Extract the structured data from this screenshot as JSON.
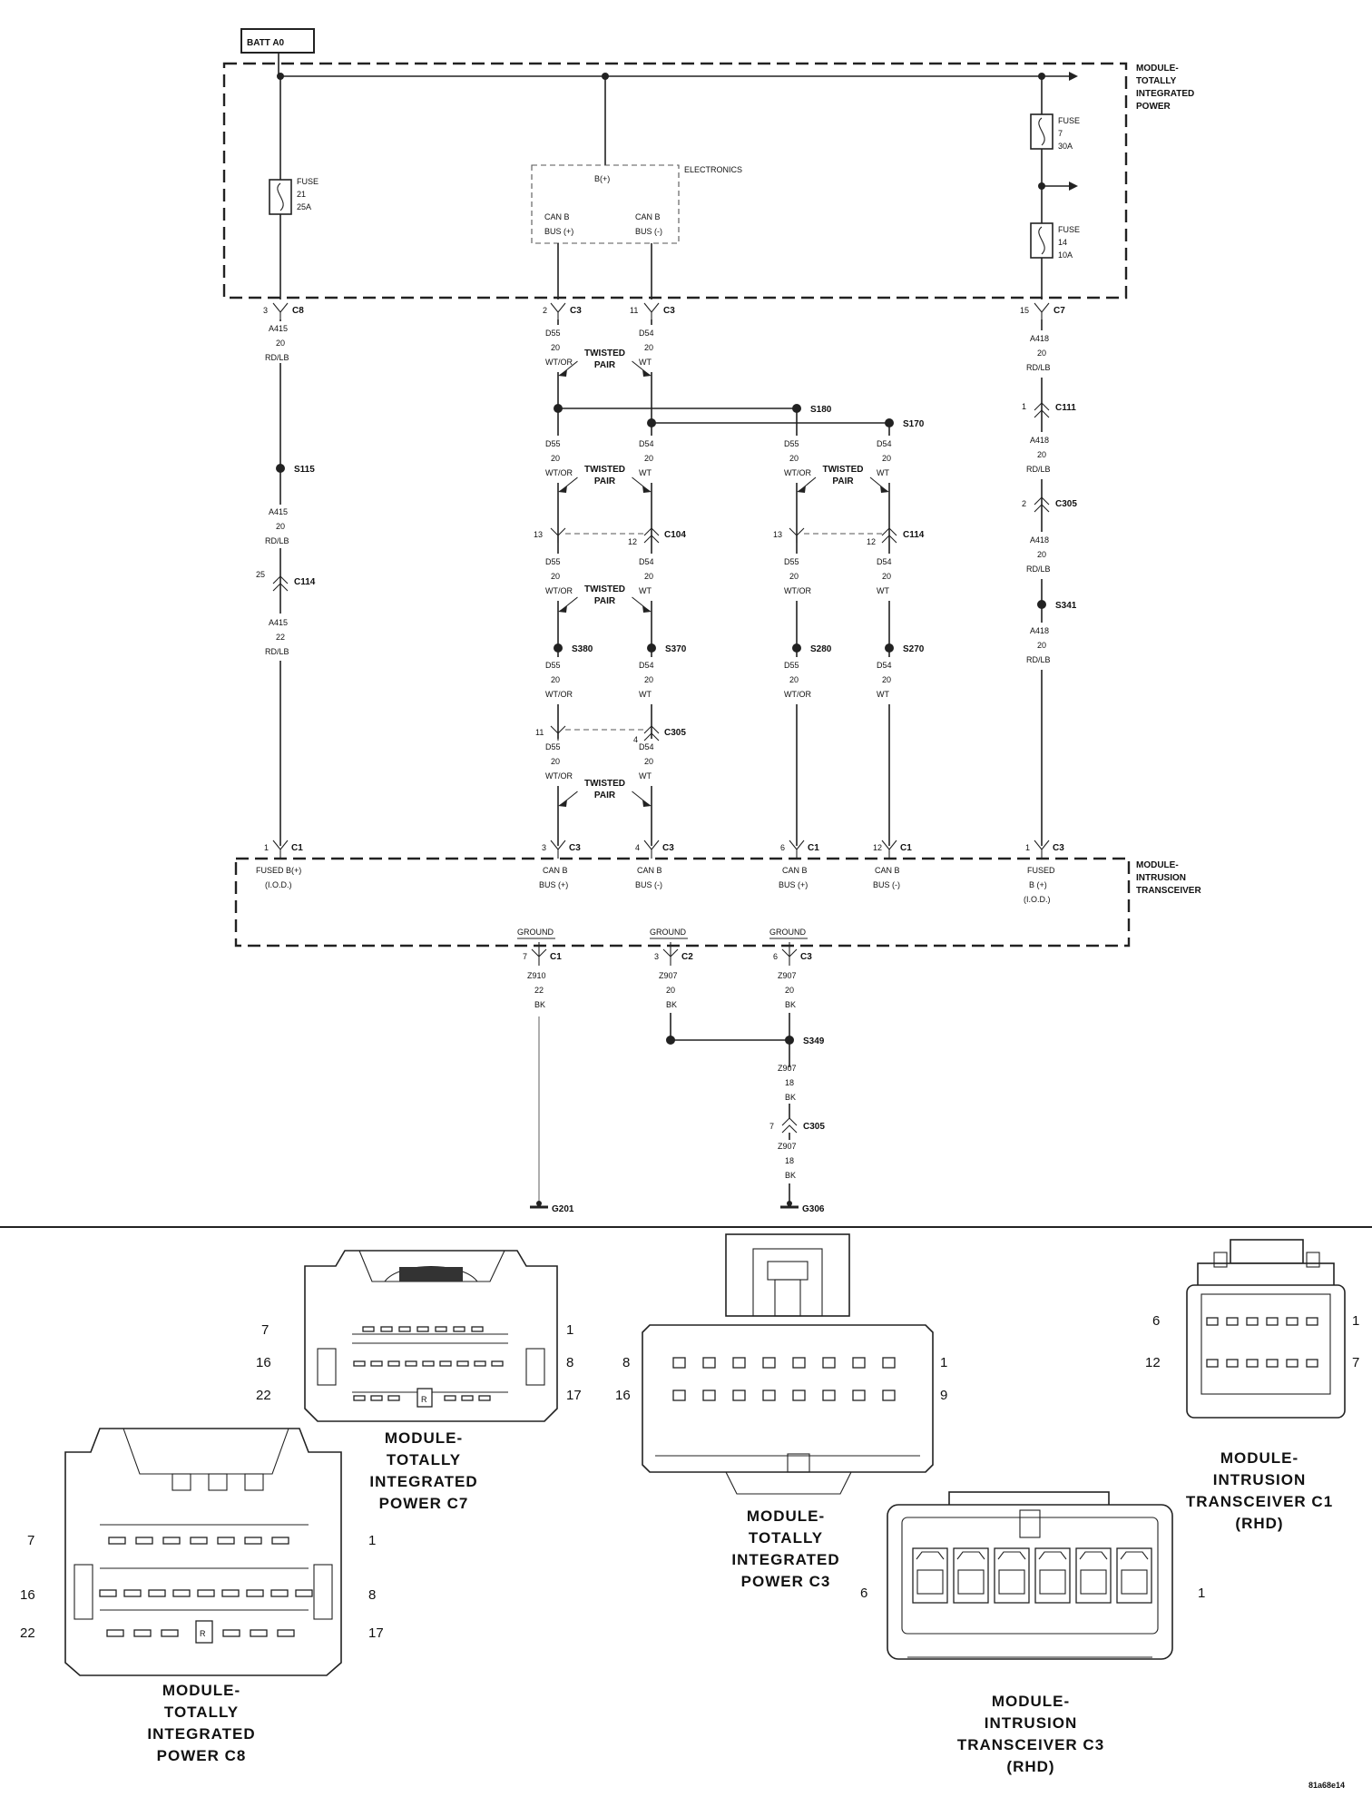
{
  "top": {
    "batt_label": "BATT A0",
    "tip_module": [
      "MODULE-",
      "TOTALLY",
      "INTEGRATED",
      "POWER"
    ],
    "fuse_left": [
      "FUSE",
      "21",
      "25A"
    ],
    "fuse_right_top": [
      "FUSE",
      "7",
      "30A"
    ],
    "fuse_right_bottom": [
      "FUSE",
      "14",
      "10A"
    ],
    "electronics": "ELECTRONICS",
    "bplus": "B(+)",
    "canb_plus": [
      "CAN B",
      "BUS (+)"
    ],
    "canb_minus": [
      "CAN B",
      "BUS (-)"
    ]
  },
  "connectors": {
    "c8": {
      "pin": "3",
      "name": "C8"
    },
    "c3a": {
      "pin": "2",
      "name": "C3"
    },
    "c3b": {
      "pin": "11",
      "name": "C3"
    },
    "c7": {
      "pin": "15",
      "name": "C7"
    },
    "c111": {
      "pin": "1",
      "name": "C111"
    },
    "c305r": {
      "pin": "2",
      "name": "C305"
    },
    "c114l": {
      "pin": "25",
      "name": "C114"
    },
    "c104": {
      "pin_l": "13",
      "pin_r": "12",
      "name": "C104"
    },
    "c114m": {
      "pin_l": "13",
      "pin_r": "12",
      "name": "C114"
    },
    "c305m": {
      "pin_l": "11",
      "pin_r": "4",
      "name": "C305"
    },
    "bottom": [
      {
        "pin": "1",
        "name": "C1"
      },
      {
        "pin": "3",
        "name": "C3"
      },
      {
        "pin": "4",
        "name": "C3"
      },
      {
        "pin": "6",
        "name": "C1"
      },
      {
        "pin": "12",
        "name": "C1"
      },
      {
        "pin": "1",
        "name": "C3"
      }
    ],
    "gnd": [
      {
        "pin": "7",
        "name": "C1"
      },
      {
        "pin": "3",
        "name": "C2"
      },
      {
        "pin": "6",
        "name": "C3"
      }
    ],
    "c305g": {
      "pin": "7",
      "name": "C305"
    }
  },
  "splices": {
    "s115": "S115",
    "s180": "S180",
    "s170": "S170",
    "s380": "S380",
    "s370": "S370",
    "s280": "S280",
    "s270": "S270",
    "s341": "S341",
    "s349": "S349"
  },
  "wires": {
    "a415_20": [
      "A415",
      "20",
      "RD/LB"
    ],
    "a415_22": [
      "A415",
      "22",
      "RD/LB"
    ],
    "d55": [
      "D55",
      "20",
      "WT/OR"
    ],
    "d54": [
      "D54",
      "20",
      "WT"
    ],
    "a418": [
      "A418",
      "20",
      "RD/LB"
    ],
    "z910": [
      "Z910",
      "22",
      "BK"
    ],
    "z907_20": [
      "Z907",
      "20",
      "BK"
    ],
    "z907_18": [
      "Z907",
      "18",
      "BK"
    ]
  },
  "twisted_pair": [
    "TWISTED",
    "PAIR"
  ],
  "itm": {
    "module": [
      "MODULE-",
      "INTRUSION",
      "TRANSCEIVER"
    ],
    "fused_bplus": [
      "FUSED B(+)",
      "(I.O.D.)"
    ],
    "canb_plus": [
      "CAN B",
      "BUS (+)"
    ],
    "canb_minus": [
      "CAN B",
      "BUS (-)"
    ],
    "fused_bplus_r": [
      "FUSED",
      "B (+)",
      "(I.O.D.)"
    ],
    "ground": "GROUND"
  },
  "grounds": {
    "g201": "G201",
    "g306": "G306"
  },
  "views": {
    "c7": {
      "title": [
        "MODULE-",
        "TOTALLY",
        "INTEGRATED",
        "POWER C7"
      ],
      "pins": [
        "7",
        "1",
        "16",
        "8",
        "22",
        "17"
      ]
    },
    "c8": {
      "title": [
        "MODULE-",
        "TOTALLY",
        "INTEGRATED",
        "POWER C8"
      ],
      "pins": [
        "7",
        "1",
        "16",
        "8",
        "22",
        "17"
      ]
    },
    "c3": {
      "title": [
        "MODULE-",
        "TOTALLY",
        "INTEGRATED",
        "POWER C3"
      ],
      "pins": [
        "8",
        "1",
        "16",
        "9"
      ]
    },
    "itc1": {
      "title": [
        "MODULE-",
        "INTRUSION",
        "TRANSCEIVER C1",
        "(RHD)"
      ],
      "pins": [
        "6",
        "1",
        "12",
        "7"
      ]
    },
    "itc3": {
      "title": [
        "MODULE-",
        "INTRUSION",
        "TRANSCEIVER C3",
        "(RHD)"
      ],
      "pins": [
        "6",
        "1"
      ]
    }
  },
  "figure_id": "81a68e14"
}
